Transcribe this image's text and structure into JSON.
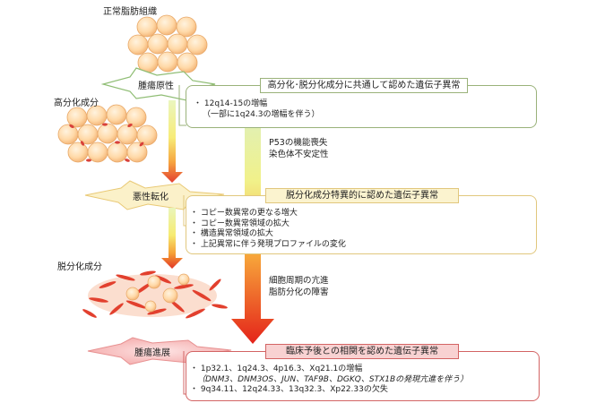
{
  "labels": {
    "normal_tissue": "正常脂肪組織",
    "well_differentiated": "高分化成分",
    "dedifferentiated": "脱分化成分"
  },
  "stages": {
    "tumorigenesis": "腫瘍原性",
    "malignant": "悪性転化",
    "progression": "腫瘍進展"
  },
  "boxes": {
    "common": {
      "header": "高分化･脱分化成分に共通して認めた遺伝子異常",
      "items": [
        "・ 12q14-15の増幅",
        "（一部に1q24.3の増幅を伴う）"
      ]
    },
    "dediff": {
      "header": "脱分化成分特異的に認めた遺伝子異常",
      "items": [
        "・ コピー数異常の更なる増大",
        "・ コピー数異常領域の拡大",
        "・ 構造異常領域の拡大",
        "・ 上記異常に伴う発現プロファイルの変化"
      ]
    },
    "prognosis": {
      "header": "臨床予後との相関を認めた遺伝子異常",
      "items": [
        "・ 1p32.1、1q24.3、4p16.3、Xq21.1の増幅",
        "（DNM3、DNM3OS、JUN、TAF9B、DGKQ、STX1Bの発現亢進を伴う）",
        "・ 9q34.11、12q24.33、13q32.3、Xp22.33の欠失"
      ]
    }
  },
  "middle_notes": {
    "first": [
      "P53の機能喪失",
      "染色体不安定性"
    ],
    "second": [
      "細胞周期の亢進",
      "脂肪分化の障害"
    ]
  }
}
